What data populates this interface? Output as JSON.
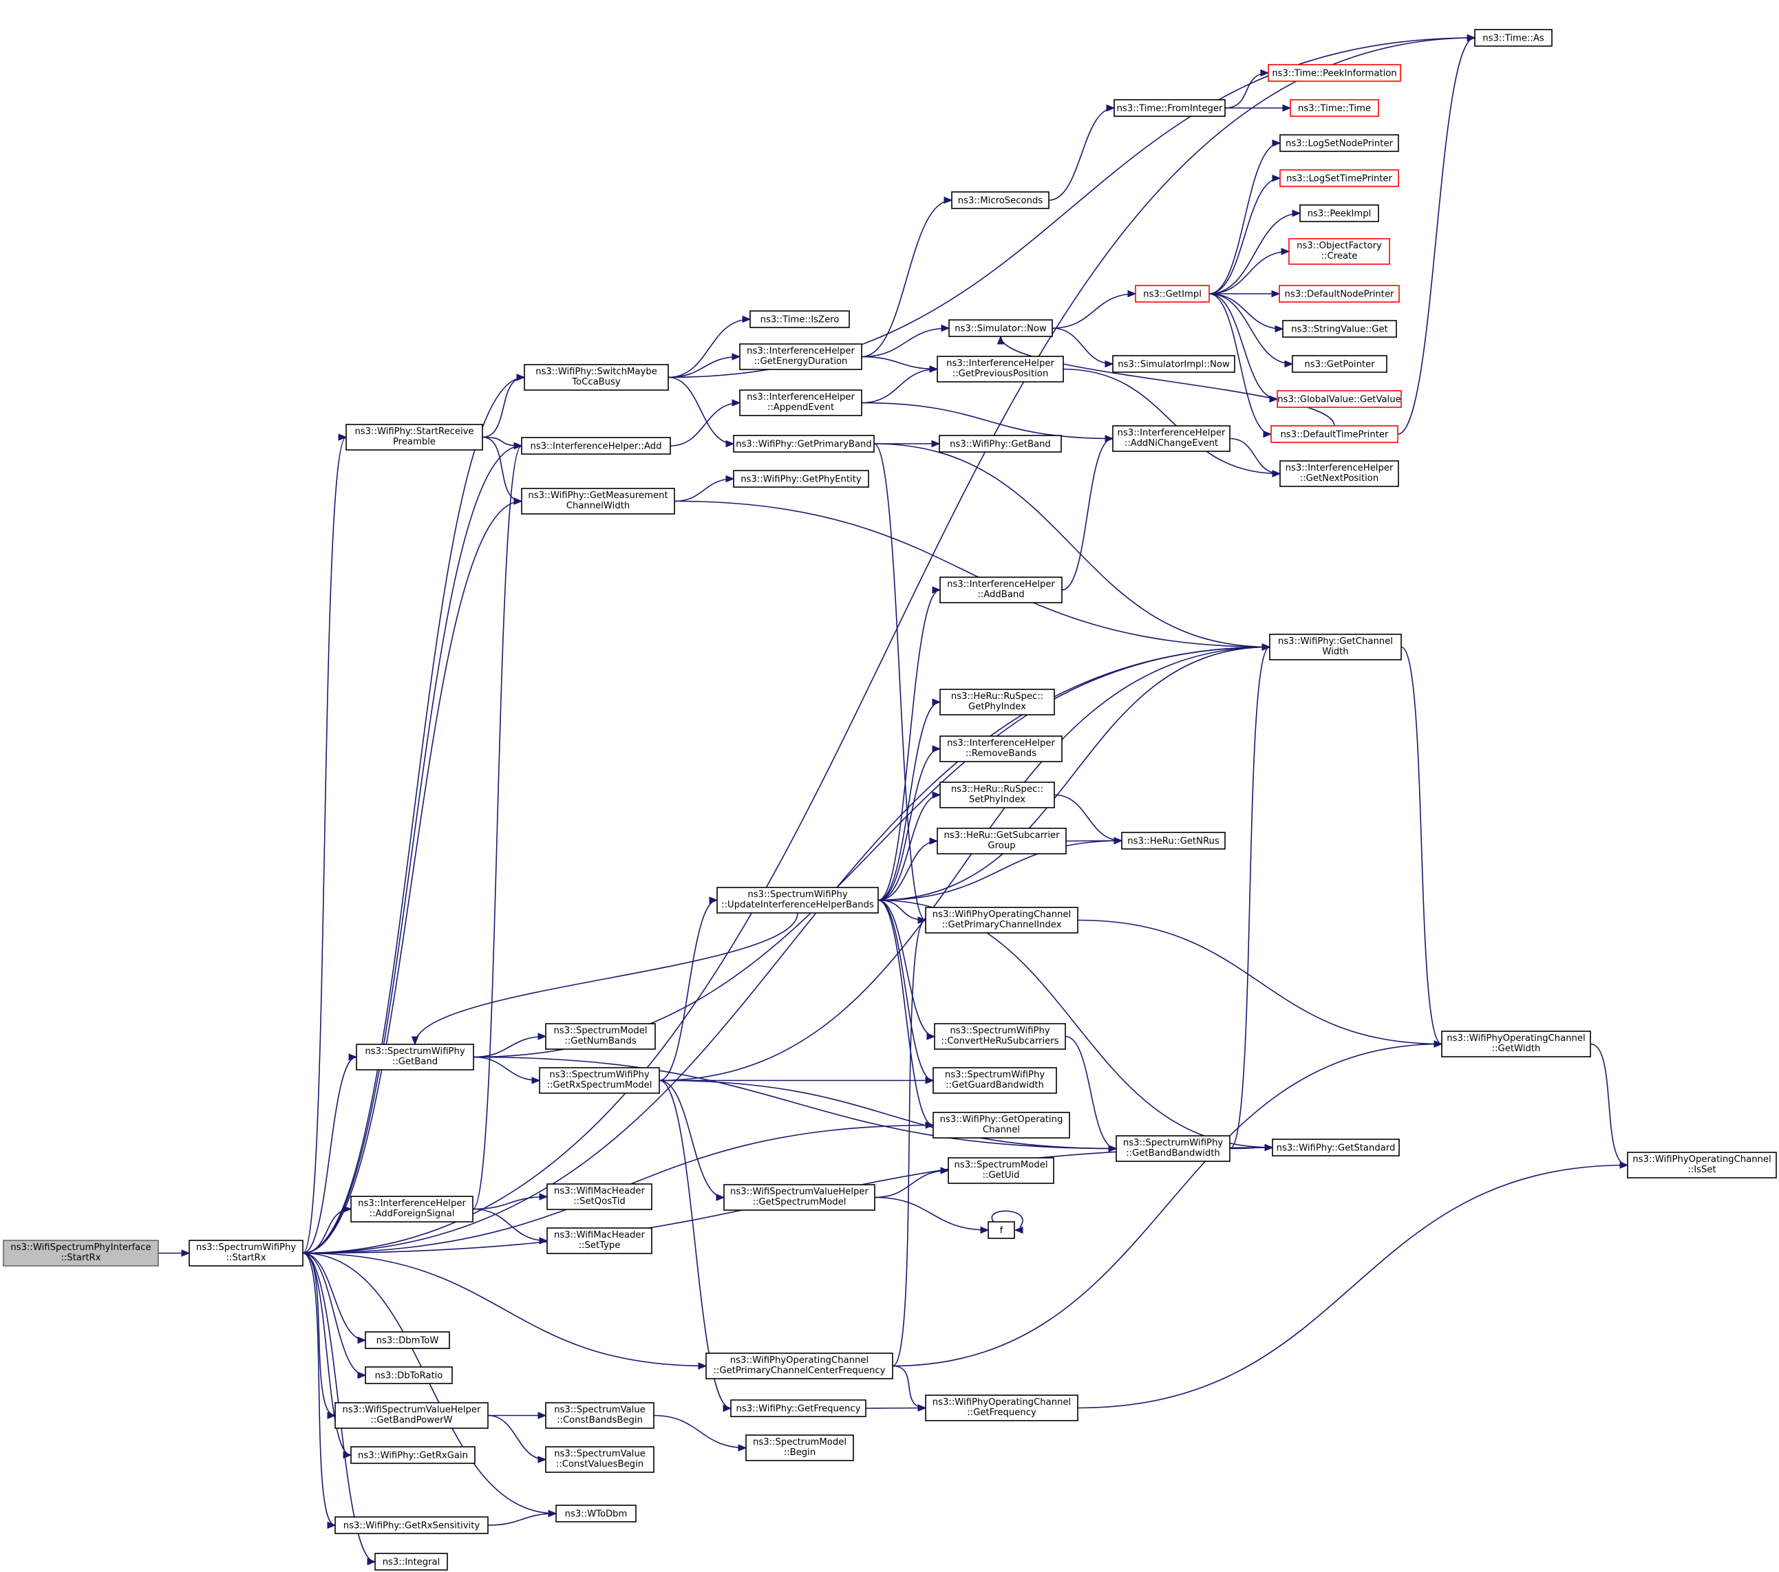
{
  "colors": {
    "edge": "#191970",
    "root_fill": "#bfbfbf",
    "root_border": "#666666",
    "node_border": "#000000",
    "truncated_border": "#ff0000",
    "background": "#ffffff"
  },
  "nodes": [
    {
      "id": "n0",
      "lines": [
        "ns3::WifiSpectrumPhyInterface",
        "::StartRx"
      ],
      "style": "root"
    },
    {
      "id": "n1",
      "lines": [
        "ns3::SpectrumWifiPhy",
        "::StartRx"
      ]
    },
    {
      "id": "n2",
      "lines": [
        "ns3::Time::As"
      ]
    },
    {
      "id": "n3",
      "lines": [
        "ns3::WifiPhy::SwitchMaybe",
        "ToCcaBusy"
      ]
    },
    {
      "id": "n4",
      "lines": [
        "ns3::WifiPhy::StartReceive",
        "Preamble"
      ]
    },
    {
      "id": "n5",
      "lines": [
        "ns3::InterferenceHelper::Add"
      ]
    },
    {
      "id": "n6",
      "lines": [
        "ns3::WifiPhy::GetMeasurement",
        "ChannelWidth"
      ]
    },
    {
      "id": "n7",
      "lines": [
        "ns3::WifiPhy::GetChannel",
        "Width"
      ]
    },
    {
      "id": "n8",
      "lines": [
        "ns3::SpectrumWifiPhy",
        "::GetBand"
      ]
    },
    {
      "id": "n9",
      "lines": [
        "ns3::InterferenceHelper",
        "::AddForeignSignal"
      ]
    },
    {
      "id": "n10",
      "lines": [
        "ns3::WifiPhy::GetOperating",
        "Channel"
      ]
    },
    {
      "id": "n11",
      "lines": [
        "ns3::WifiPhy::GetStandard"
      ]
    },
    {
      "id": "n12",
      "lines": [
        "ns3::DbmToW"
      ]
    },
    {
      "id": "n13",
      "lines": [
        "ns3::DbToRatio"
      ]
    },
    {
      "id": "n14",
      "lines": [
        "ns3::WifiSpectrumValueHelper",
        "::GetBandPowerW"
      ]
    },
    {
      "id": "n15",
      "lines": [
        "ns3::WifiPhy::GetRxGain"
      ]
    },
    {
      "id": "n16",
      "lines": [
        "ns3::WifiPhy::GetRxSensitivity"
      ]
    },
    {
      "id": "n17",
      "lines": [
        "ns3::WToDbm"
      ]
    },
    {
      "id": "n18",
      "lines": [
        "ns3::Integral"
      ]
    },
    {
      "id": "n19",
      "lines": [
        "ns3::WifiPhyOperatingChannel",
        "::GetPrimaryChannelCenterFrequency"
      ]
    },
    {
      "id": "n20",
      "lines": [
        "ns3::Time::IsZero"
      ]
    },
    {
      "id": "n21",
      "lines": [
        "ns3::InterferenceHelper",
        "::GetEnergyDuration"
      ]
    },
    {
      "id": "n22",
      "lines": [
        "ns3::WifiPhy::GetPrimaryBand"
      ]
    },
    {
      "id": "n23",
      "lines": [
        "ns3::InterferenceHelper",
        "::AppendEvent"
      ]
    },
    {
      "id": "n24",
      "lines": [
        "ns3::WifiPhy::GetPhyEntity"
      ]
    },
    {
      "id": "n25",
      "lines": [
        "ns3::SpectrumModel",
        "::GetNumBands"
      ]
    },
    {
      "id": "n26",
      "lines": [
        "ns3::SpectrumWifiPhy",
        "::GetRxSpectrumModel"
      ]
    },
    {
      "id": "n27",
      "lines": [
        "ns3::SpectrumWifiPhy",
        "::GetBandBandwidth"
      ]
    },
    {
      "id": "n28",
      "lines": [
        "ns3::WifiMacHeader",
        "::SetQosTid"
      ]
    },
    {
      "id": "n29",
      "lines": [
        "ns3::WifiMacHeader",
        "::SetType"
      ]
    },
    {
      "id": "n30",
      "lines": [
        "ns3::SpectrumValue",
        "::ConstBandsBegin"
      ]
    },
    {
      "id": "n31",
      "lines": [
        "ns3::SpectrumValue",
        "::ConstValuesBegin"
      ]
    },
    {
      "id": "n32",
      "lines": [
        "ns3::WifiPhyOperatingChannel",
        "::GetPrimaryChannelIndex"
      ]
    },
    {
      "id": "n33",
      "lines": [
        "ns3::WifiPhyOperatingChannel",
        "::GetWidth"
      ]
    },
    {
      "id": "n34",
      "lines": [
        "ns3::WifiPhy::GetFrequency"
      ]
    },
    {
      "id": "n35",
      "lines": [
        "ns3::WifiPhyOperatingChannel",
        "::GetFrequency"
      ]
    },
    {
      "id": "n36",
      "lines": [
        "ns3::MicroSeconds"
      ]
    },
    {
      "id": "n37",
      "lines": [
        "ns3::Simulator::Now"
      ]
    },
    {
      "id": "n38",
      "lines": [
        "ns3::InterferenceHelper",
        "::GetPreviousPosition"
      ]
    },
    {
      "id": "n39",
      "lines": [
        "ns3::WifiPhy::GetBand"
      ]
    },
    {
      "id": "n40",
      "lines": [
        "ns3::InterferenceHelper",
        "::AddNiChangeEvent"
      ]
    },
    {
      "id": "n41",
      "lines": [
        "ns3::SpectrumWifiPhy",
        "::UpdateInterferenceHelperBands"
      ]
    },
    {
      "id": "n42",
      "lines": [
        "ns3::WifiSpectrumValueHelper",
        "::GetSpectrumModel"
      ]
    },
    {
      "id": "n43",
      "lines": [
        "ns3::SpectrumWifiPhy",
        "::GetGuardBandwidth"
      ]
    },
    {
      "id": "n44",
      "lines": [
        "ns3::SpectrumModel",
        "::Begin"
      ]
    },
    {
      "id": "n45",
      "lines": [
        "ns3::WifiPhyOperatingChannel",
        "::IsSet"
      ]
    },
    {
      "id": "n46",
      "lines": [
        "ns3::Time::FromInteger"
      ]
    },
    {
      "id": "n47",
      "lines": [
        "ns3::GetImpl"
      ],
      "style": "truncated"
    },
    {
      "id": "n48",
      "lines": [
        "ns3::SimulatorImpl::Now"
      ]
    },
    {
      "id": "n49",
      "lines": [
        "ns3::DefaultTimePrinter"
      ],
      "style": "truncated"
    },
    {
      "id": "n50",
      "lines": [
        "ns3::InterferenceHelper",
        "::GetNextPosition"
      ]
    },
    {
      "id": "n51",
      "lines": [
        "ns3::InterferenceHelper",
        "::AddBand"
      ]
    },
    {
      "id": "n52",
      "lines": [
        "ns3::HeRu::RuSpec::",
        "GetPhyIndex"
      ]
    },
    {
      "id": "n53",
      "lines": [
        "ns3::InterferenceHelper",
        "::RemoveBands"
      ]
    },
    {
      "id": "n54",
      "lines": [
        "ns3::HeRu::RuSpec::",
        "SetPhyIndex"
      ]
    },
    {
      "id": "n55",
      "lines": [
        "ns3::HeRu::GetSubcarrier",
        "Group"
      ]
    },
    {
      "id": "n56",
      "lines": [
        "ns3::HeRu::GetNRus"
      ]
    },
    {
      "id": "n57",
      "lines": [
        "ns3::SpectrumWifiPhy",
        "::ConvertHeRuSubcarriers"
      ]
    },
    {
      "id": "n58",
      "lines": [
        "ns3::SpectrumModel",
        "::GetUid"
      ]
    },
    {
      "id": "n59",
      "lines": [
        "f"
      ]
    },
    {
      "id": "n60",
      "lines": [
        "ns3::Time::PeekInformation"
      ],
      "style": "truncated"
    },
    {
      "id": "n61",
      "lines": [
        "ns3::Time::Time"
      ],
      "style": "truncated"
    },
    {
      "id": "n62",
      "lines": [
        "ns3::LogSetNodePrinter"
      ]
    },
    {
      "id": "n63",
      "lines": [
        "ns3::LogSetTimePrinter"
      ],
      "style": "truncated"
    },
    {
      "id": "n64",
      "lines": [
        "ns3::PeekImpl"
      ]
    },
    {
      "id": "n65",
      "lines": [
        "ns3::ObjectFactory",
        "::Create"
      ],
      "style": "truncated"
    },
    {
      "id": "n66",
      "lines": [
        "ns3::DefaultNodePrinter"
      ],
      "style": "truncated"
    },
    {
      "id": "n67",
      "lines": [
        "ns3::StringValue::Get"
      ]
    },
    {
      "id": "n68",
      "lines": [
        "ns3::GetPointer"
      ]
    },
    {
      "id": "n69",
      "lines": [
        "ns3::GlobalValue::GetValue"
      ],
      "style": "truncated"
    }
  ],
  "edges": [
    [
      "n0",
      "n1"
    ],
    [
      "n1",
      "n2"
    ],
    [
      "n1",
      "n3"
    ],
    [
      "n1",
      "n4"
    ],
    [
      "n1",
      "n5"
    ],
    [
      "n1",
      "n6"
    ],
    [
      "n1",
      "n7"
    ],
    [
      "n1",
      "n8"
    ],
    [
      "n1",
      "n9"
    ],
    [
      "n1",
      "n10"
    ],
    [
      "n1",
      "n11"
    ],
    [
      "n1",
      "n12"
    ],
    [
      "n1",
      "n13"
    ],
    [
      "n1",
      "n14"
    ],
    [
      "n1",
      "n15"
    ],
    [
      "n1",
      "n16"
    ],
    [
      "n1",
      "n17"
    ],
    [
      "n1",
      "n18"
    ],
    [
      "n1",
      "n19"
    ],
    [
      "n3",
      "n2"
    ],
    [
      "n3",
      "n20"
    ],
    [
      "n3",
      "n21"
    ],
    [
      "n3",
      "n22"
    ],
    [
      "n4",
      "n3"
    ],
    [
      "n4",
      "n5"
    ],
    [
      "n4",
      "n6"
    ],
    [
      "n5",
      "n23"
    ],
    [
      "n6",
      "n24"
    ],
    [
      "n6",
      "n7"
    ],
    [
      "n7",
      "n33"
    ],
    [
      "n8",
      "n7"
    ],
    [
      "n8",
      "n25"
    ],
    [
      "n8",
      "n26"
    ],
    [
      "n8",
      "n27"
    ],
    [
      "n9",
      "n5"
    ],
    [
      "n9",
      "n28"
    ],
    [
      "n9",
      "n29"
    ],
    [
      "n14",
      "n30"
    ],
    [
      "n14",
      "n31"
    ],
    [
      "n16",
      "n17"
    ],
    [
      "n19",
      "n32"
    ],
    [
      "n19",
      "n33"
    ],
    [
      "n19",
      "n35"
    ],
    [
      "n21",
      "n36"
    ],
    [
      "n21",
      "n37"
    ],
    [
      "n21",
      "n38"
    ],
    [
      "n22",
      "n39"
    ],
    [
      "n22",
      "n7"
    ],
    [
      "n22",
      "n32"
    ],
    [
      "n23",
      "n38"
    ],
    [
      "n23",
      "n40"
    ],
    [
      "n26",
      "n7"
    ],
    [
      "n26",
      "n41"
    ],
    [
      "n26",
      "n43"
    ],
    [
      "n26",
      "n42"
    ],
    [
      "n26",
      "n27"
    ],
    [
      "n26",
      "n34"
    ],
    [
      "n27",
      "n7"
    ],
    [
      "n27",
      "n11"
    ],
    [
      "n30",
      "n44"
    ],
    [
      "n32",
      "n33"
    ],
    [
      "n33",
      "n45"
    ],
    [
      "n34",
      "n35"
    ],
    [
      "n35",
      "n45"
    ],
    [
      "n36",
      "n46"
    ],
    [
      "n37",
      "n47"
    ],
    [
      "n37",
      "n48"
    ],
    [
      "n38",
      "n50"
    ],
    [
      "n40",
      "n50"
    ],
    [
      "n41",
      "n8"
    ],
    [
      "n41",
      "n51"
    ],
    [
      "n41",
      "n7"
    ],
    [
      "n41",
      "n52"
    ],
    [
      "n41",
      "n53"
    ],
    [
      "n41",
      "n54"
    ],
    [
      "n41",
      "n55"
    ],
    [
      "n41",
      "n56"
    ],
    [
      "n41",
      "n32"
    ],
    [
      "n41",
      "n57"
    ],
    [
      "n41",
      "n43"
    ],
    [
      "n41",
      "n10"
    ],
    [
      "n41",
      "n11"
    ],
    [
      "n42",
      "n58"
    ],
    [
      "n42",
      "n59"
    ],
    [
      "n59",
      "n59"
    ],
    [
      "n46",
      "n60"
    ],
    [
      "n46",
      "n61"
    ],
    [
      "n47",
      "n62"
    ],
    [
      "n47",
      "n63"
    ],
    [
      "n47",
      "n64"
    ],
    [
      "n47",
      "n65"
    ],
    [
      "n47",
      "n66"
    ],
    [
      "n47",
      "n67"
    ],
    [
      "n47",
      "n68"
    ],
    [
      "n47",
      "n69"
    ],
    [
      "n47",
      "n49"
    ],
    [
      "n49",
      "n2"
    ],
    [
      "n49",
      "n37"
    ],
    [
      "n51",
      "n40"
    ],
    [
      "n54",
      "n56"
    ],
    [
      "n55",
      "n56"
    ],
    [
      "n57",
      "n27"
    ]
  ]
}
